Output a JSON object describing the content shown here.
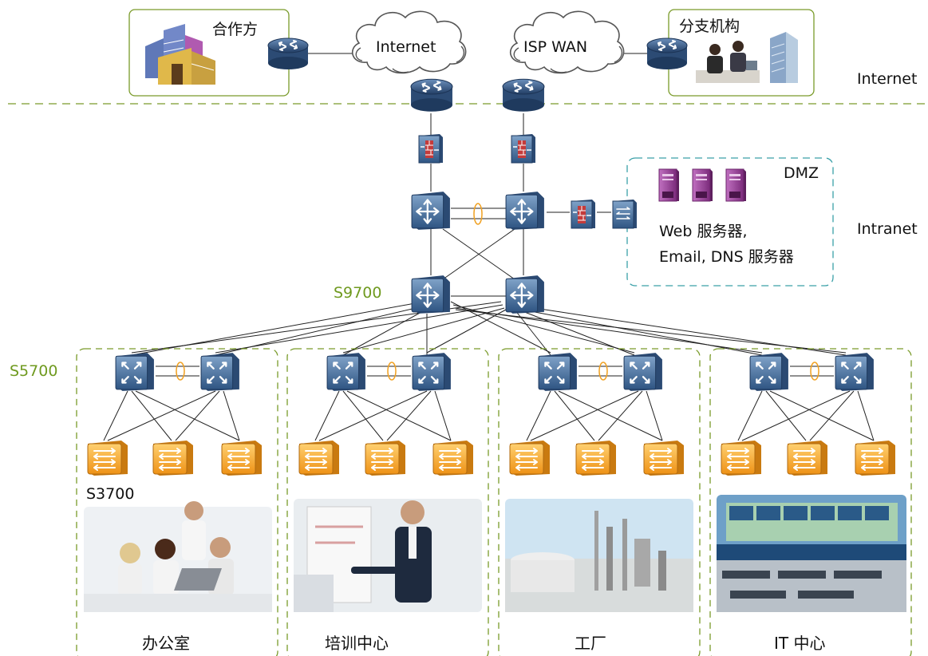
{
  "labels": {
    "partner": "合作方",
    "branch": "分支机构",
    "cloud_internet": "Internet",
    "cloud_isp_wan": "ISP WAN",
    "zone_internet": "Internet",
    "zone_intranet": "Intranet",
    "dmz": "DMZ",
    "dmz_servers_line1": "Web 服务器,",
    "dmz_servers_line2": "Email, DNS 服务器",
    "core_model": "S9700",
    "aggregation_model": "S5700",
    "access_model": "S3700"
  },
  "groups": [
    {
      "caption": "办公室"
    },
    {
      "caption": "培训中心"
    },
    {
      "caption": "工厂"
    },
    {
      "caption": "IT 中心"
    }
  ],
  "colors": {
    "device_blue": "#3a5f8e",
    "access_orange": "#f0a020",
    "zone_green": "#7a9b2a",
    "dmz_teal": "#3aa0a8",
    "server_purple": "#9a3a9a"
  }
}
